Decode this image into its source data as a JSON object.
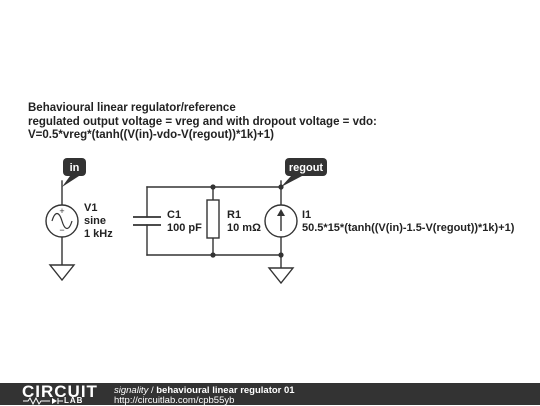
{
  "description": {
    "line1": "Behavioural linear regulator/reference",
    "line2": "regulated output voltage = vreg and with dropout voltage = vdo:",
    "line3": "V=0.5*vreg*(tanh((V(in)-vdo-V(regout))*1k)+1)"
  },
  "nets": {
    "in": "in",
    "regout": "regout"
  },
  "components": {
    "v1": {
      "name": "V1",
      "type": "sine",
      "value": "1 kHz"
    },
    "c1": {
      "name": "C1",
      "value": "100 pF"
    },
    "r1": {
      "name": "R1",
      "value": "10 mΩ"
    },
    "i1": {
      "name": "I1",
      "expression": "50.5*15*(tanh((V(in)-1.5-V(regout))*1k)+1)"
    }
  },
  "source_polarity": {
    "plus": "+",
    "minus": "−"
  },
  "footer": {
    "brand_main": "CIRCUIT",
    "brand_sub": "LAB",
    "user": "signality",
    "separator": " / ",
    "title": "behavioural linear regulator 01",
    "url": "http://circuitlab.com/cpb55yb"
  },
  "colors": {
    "wire": "#333333",
    "label_bg": "#333333",
    "label_text": "#ffffff",
    "footer_bg": "#333333"
  }
}
